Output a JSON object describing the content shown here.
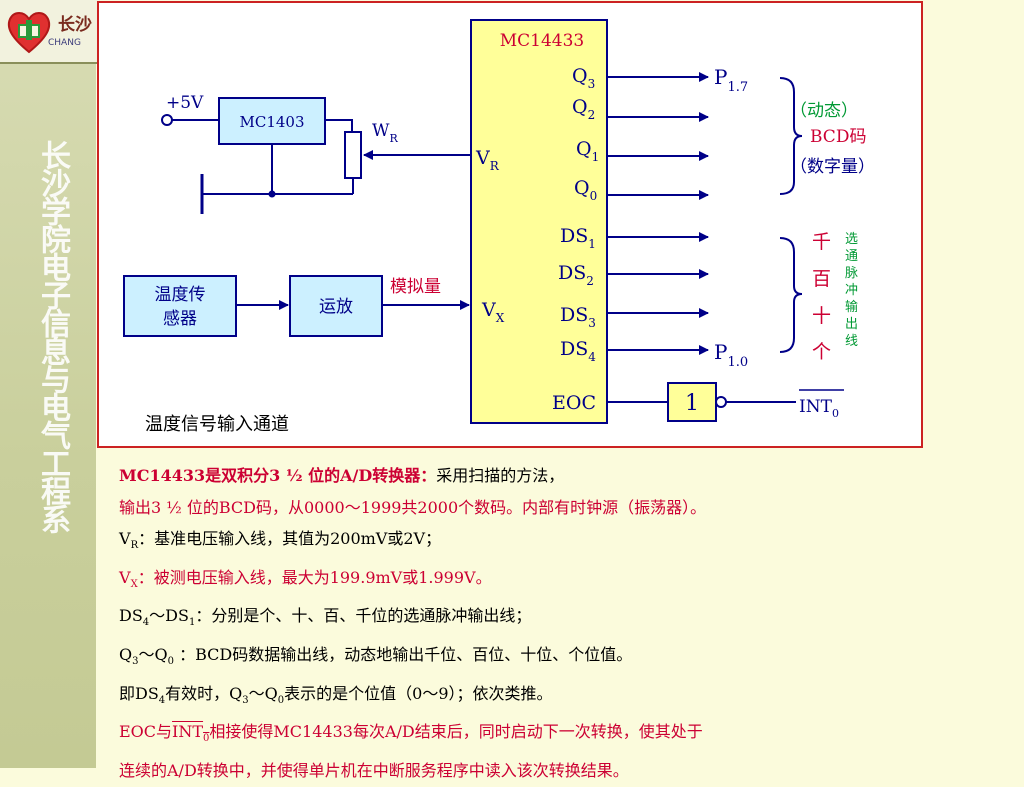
{
  "header": {
    "logo_text": "长沙",
    "logo_sub": "CHANG",
    "vertical_title": "长沙学院电子信息与电气工程系"
  },
  "diagram": {
    "chip": "MC14433",
    "ref_chip": "MC1403",
    "supply": "+5V",
    "pot_label": "W",
    "pot_sub": "R",
    "pins_right": [
      "Q",
      "Q",
      "Q",
      "Q",
      "DS",
      "DS",
      "DS",
      "DS"
    ],
    "pins_right_sub": [
      "3",
      "2",
      "1",
      "0",
      "1",
      "2",
      "3",
      "4"
    ],
    "eoc": "EOC",
    "vr": "V",
    "vr_sub": "R",
    "vx": "V",
    "vx_sub": "X",
    "sensor_line1": "温度传",
    "sensor_line2": "感器",
    "amp": "运放",
    "analog": "模拟量",
    "channel_label": "温度信号输入通道",
    "p17": "P",
    "p17_sub": "1.7",
    "p10": "P",
    "p10_sub": "1.0",
    "dynamic": "（动态）",
    "bcd": "BCD码",
    "digital": "（数字量）",
    "digits": [
      "千",
      "百",
      "十",
      "个"
    ],
    "strobe_text": [
      "选",
      "通",
      "脉",
      "冲",
      "输",
      "出",
      "线"
    ],
    "inverter": "1",
    "int0": "INT",
    "int0_sub": "0"
  },
  "description": {
    "l1_bold": "MC14433是双积分3 ½ 位的A/D转换器：",
    "l1_rest": "采用扫描的方法，",
    "l2": "输出3 ½ 位的BCD码，从0000～1999共2000个数码。内部有时钟源（振荡器）。",
    "l3_sym": "V",
    "l3_sub": "R",
    "l3_rest": "：基准电压输入线，其值为200mV或2V；",
    "l4_sym": "V",
    "l4_sub": "X",
    "l4_rest": "：被测电压输入线，最大为199.9mV或1.999V。",
    "l5_a": "DS",
    "l5_a_sub": "4",
    "l5_b": "～DS",
    "l5_b_sub": "1",
    "l5_rest": "：分别是个、十、百、千位的选通脉冲输出线；",
    "l6_a": "Q",
    "l6_a_sub": "3",
    "l6_b": "～Q",
    "l6_b_sub": "0",
    "l6_rest": " ：BCD码数据输出线，动态地输出千位、百位、十位、个位值。",
    "l7_a": "即DS",
    "l7_a_sub": "4",
    "l7_b": "有效时，Q",
    "l7_b_sub": "3",
    "l7_c": "～Q",
    "l7_c_sub": "0",
    "l7_rest": "表示的是个位值（0～9）；依次类推。",
    "l8_a": "EOC与",
    "l8_int": "INT",
    "l8_int_sub": "0",
    "l8_rest": "相接使得MC14433每次A/D结束后，同时启动下一次转换，使其处于",
    "l9": "连续的A/D转换中，并使得单片机在中断服务程序中读入该次转换结果。"
  },
  "colors": {
    "chip_fill": "#ffff99",
    "box_fill": "#ccf0ff",
    "wire": "#000088",
    "accent_red": "#cc0033",
    "accent_green": "#009933"
  }
}
